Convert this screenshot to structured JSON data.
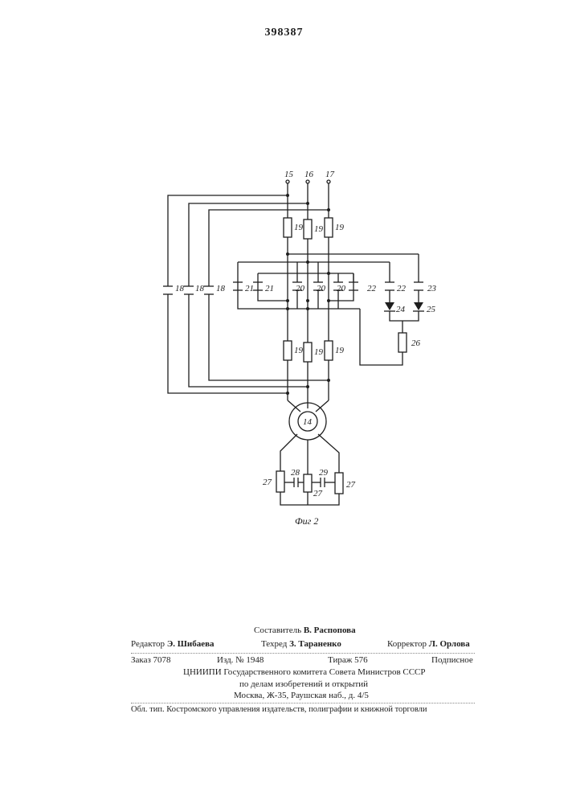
{
  "patent_number": "398387",
  "figure": {
    "caption": "Фиг 2",
    "terminals": [
      "15",
      "16",
      "17"
    ],
    "labels": {
      "r19": "19",
      "c18": "18",
      "c21": "21",
      "c20": "20",
      "c22": "22",
      "c23": "23",
      "d24": "24",
      "d25": "25",
      "r26": "26",
      "motor": "14",
      "r27": "27",
      "c28": "28",
      "c29": "29"
    }
  },
  "imprint": {
    "compiler": {
      "role": "Составитель",
      "name": "В. Распопова"
    },
    "editor": {
      "role": "Редактор",
      "name": "Э. Шибаева"
    },
    "techred": {
      "role": "Техред",
      "name": "З. Тараненко"
    },
    "corrector": {
      "role": "Корректор",
      "name": "Л. Орлова"
    },
    "order": "Заказ 7078",
    "edition": "Изд. № 1948",
    "print_run": "Тираж 576",
    "subscription": "Подписное",
    "org_line1": "ЦНИИПИ Государственного комитета Совета Министров СССР",
    "org_line2": "по делам изобретений и открытий",
    "address": "Москва, Ж-35, Раушская наб., д. 4/5",
    "printer": "Обл. тип. Костромского управления издательств, полиграфии и книжной торговли"
  }
}
